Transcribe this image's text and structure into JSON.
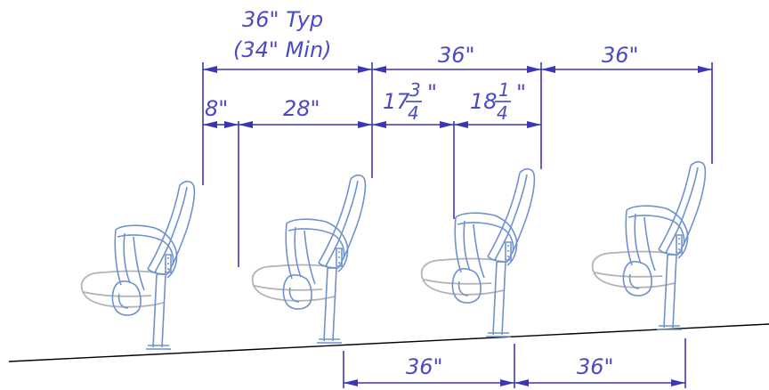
{
  "dimensions": {
    "top_typ_line1": "36\" Typ",
    "top_typ_line2": "(34\" Min)",
    "top_spacing_2": "36\"",
    "top_spacing_3": "36\"",
    "offset_a": "8\"",
    "offset_b": "28\"",
    "split_left_whole": "17",
    "split_left_num": "3",
    "split_left_den": "4",
    "split_left_inch": "\"",
    "split_right_whole": "18",
    "split_right_num": "1",
    "split_right_den": "4",
    "split_right_inch": "\"",
    "bottom_spacing_1": "36\"",
    "bottom_spacing_2": "36\""
  },
  "colors": {
    "dimension": "#3d35b8",
    "seat_outline": "#6f92cc",
    "seat_bottom_folded": "#b3b3b3",
    "floor_line": "#000000"
  }
}
